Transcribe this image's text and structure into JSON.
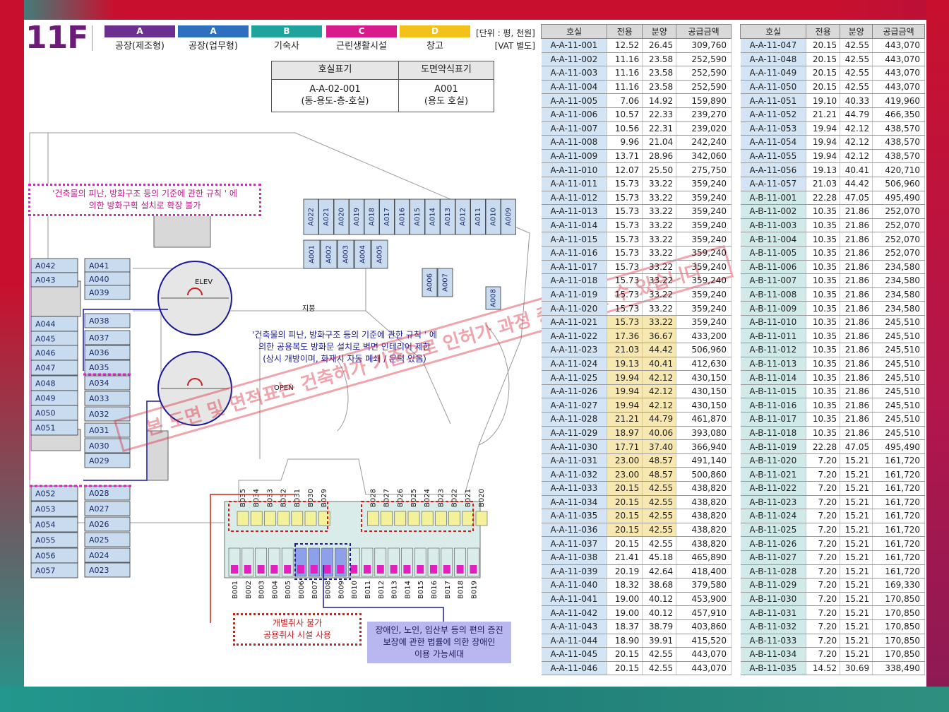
{
  "floor_label": "11F",
  "legend": [
    {
      "code": "A",
      "label": "공장(제조형)",
      "color": "#6a2f8f"
    },
    {
      "code": "A",
      "label": "공장(업무형)",
      "color": "#2f6fbf"
    },
    {
      "code": "B",
      "label": "기숙사",
      "color": "#1fa39a"
    },
    {
      "code": "C",
      "label": "근린생활시설",
      "color": "#d81b8c"
    },
    {
      "code": "D",
      "label": "창고",
      "color": "#f3c21a"
    }
  ],
  "unit_note": {
    "line1": "[단위 : 평, 천원]",
    "line2": "[VAT 별도]"
  },
  "code_table": {
    "headers": [
      "호실표기",
      "도면약식표기"
    ],
    "left_line1": "A-A-02-001",
    "left_line2": "(동-용도-층-호실)",
    "right_line1": "A001",
    "right_line2": "(용도 호실)"
  },
  "notes": {
    "pink": "'건축물의 피난, 방화구조 등의 기준에 관한 규칙 ' 에\n의한 방화구획 설치로 확장 불가",
    "blue": "'건축물의 피난, 방화구조 등의 기준에 관한 규칙 ' 에\n의한 공용복도 방화문 설치로 벽면 인테리어 제한\n(상시 개방이며, 화재시 자동 폐쇄 / 문턱 있음)",
    "red": "개별취사 불가\n공용취사 시설 사용",
    "lavender": "장애인, 노인, 임산부 등의 편의 증진\n보장에 관한 법률에 의한 장애인\n이용 가능세대"
  },
  "watermark": "본 도면 및 면적표는 건축허가 기준으로 인허가 과정 중 변경될 수 있습니다",
  "plan": {
    "left_col1": [
      "A042",
      "A043",
      "A044",
      "A045",
      "A046",
      "A047",
      "A048",
      "A049",
      "A050",
      "A051",
      "A052",
      "A053",
      "A054",
      "A055",
      "A056",
      "A057"
    ],
    "left_col2": [
      "A041",
      "A040",
      "A039",
      "A038",
      "A037",
      "A036",
      "A035",
      "A034",
      "A033",
      "A032",
      "A031",
      "A030",
      "A029",
      "A028",
      "A027",
      "A026",
      "A025",
      "A024",
      "A023"
    ],
    "top_row": [
      "A022",
      "A021",
      "A020",
      "A019",
      "A018",
      "A017",
      "A016",
      "A015",
      "A014",
      "A013",
      "A012",
      "A011",
      "A010",
      "A009"
    ],
    "top_row2": [
      "A001",
      "A002",
      "A003",
      "A004",
      "A005"
    ],
    "top_row3": [
      "A006",
      "A007"
    ],
    "top_row4": [
      "A008"
    ],
    "b_top": [
      "B035",
      "B034",
      "B033",
      "B032",
      "B031",
      "B030",
      "B029",
      "B028",
      "B027",
      "B026",
      "B025",
      "B024",
      "B023",
      "B022",
      "B021",
      "B020"
    ],
    "b_bottom": [
      "B001",
      "B002",
      "B003",
      "B004",
      "B005",
      "B006",
      "B007",
      "B008",
      "B009",
      "B010",
      "B011",
      "B012",
      "B013",
      "B014",
      "B015",
      "B016",
      "B017",
      "B018",
      "B019"
    ],
    "small_texts": {
      "elev": "ELEV",
      "open": "OPEN",
      "roof": "지붕"
    }
  },
  "area_headers": [
    "호실",
    "전용",
    "분양",
    "공급금액"
  ],
  "area_left": [
    [
      "A-A-11-001",
      "12.52",
      "26.45",
      "309,760"
    ],
    [
      "A-A-11-002",
      "11.16",
      "23.58",
      "252,590"
    ],
    [
      "A-A-11-003",
      "11.16",
      "23.58",
      "252,590"
    ],
    [
      "A-A-11-004",
      "11.16",
      "23.58",
      "252,590"
    ],
    [
      "A-A-11-005",
      "7.06",
      "14.92",
      "159,890"
    ],
    [
      "A-A-11-006",
      "10.57",
      "22.33",
      "239,270"
    ],
    [
      "A-A-11-007",
      "10.56",
      "22.31",
      "239,020"
    ],
    [
      "A-A-11-008",
      "9.96",
      "21.04",
      "242,240"
    ],
    [
      "A-A-11-009",
      "13.71",
      "28.96",
      "342,060"
    ],
    [
      "A-A-11-010",
      "12.07",
      "25.50",
      "275,750"
    ],
    [
      "A-A-11-011",
      "15.73",
      "33.22",
      "359,240"
    ],
    [
      "A-A-11-012",
      "15.73",
      "33.22",
      "359,240"
    ],
    [
      "A-A-11-013",
      "15.73",
      "33.22",
      "359,240"
    ],
    [
      "A-A-11-014",
      "15.73",
      "33.22",
      "359,240"
    ],
    [
      "A-A-11-015",
      "15.73",
      "33.22",
      "359,240"
    ],
    [
      "A-A-11-016",
      "15.73",
      "33.22",
      "359,240"
    ],
    [
      "A-A-11-017",
      "15.73",
      "33.22",
      "359,240"
    ],
    [
      "A-A-11-018",
      "15.73",
      "33.22",
      "359,240"
    ],
    [
      "A-A-11-019",
      "15.73",
      "33.22",
      "359,240"
    ],
    [
      "A-A-11-020",
      "15.73",
      "33.22",
      "359,240"
    ],
    [
      "A-A-11-021",
      "15.73",
      "33.22",
      "359,240"
    ],
    [
      "A-A-11-022",
      "17.36",
      "36.67",
      "433,200"
    ],
    [
      "A-A-11-023",
      "21.03",
      "44.42",
      "506,960"
    ],
    [
      "A-A-11-024",
      "19.13",
      "40.41",
      "412,630"
    ],
    [
      "A-A-11-025",
      "19.94",
      "42.12",
      "430,150"
    ],
    [
      "A-A-11-026",
      "19.94",
      "42.12",
      "430,150"
    ],
    [
      "A-A-11-027",
      "19.94",
      "42.12",
      "430,150"
    ],
    [
      "A-A-11-028",
      "21.21",
      "44.79",
      "461,870"
    ],
    [
      "A-A-11-029",
      "18.97",
      "40.06",
      "393,080"
    ],
    [
      "A-A-11-030",
      "17.71",
      "37.40",
      "366,940"
    ],
    [
      "A-A-11-031",
      "23.00",
      "48.57",
      "491,140"
    ],
    [
      "A-A-11-032",
      "23.00",
      "48.57",
      "500,860"
    ],
    [
      "A-A-11-033",
      "20.15",
      "42.55",
      "438,820"
    ],
    [
      "A-A-11-034",
      "20.15",
      "42.55",
      "438,820"
    ],
    [
      "A-A-11-035",
      "20.15",
      "42.55",
      "438,820"
    ],
    [
      "A-A-11-036",
      "20.15",
      "42.55",
      "438,820"
    ],
    [
      "A-A-11-037",
      "20.15",
      "42.55",
      "438,820"
    ],
    [
      "A-A-11-038",
      "21.41",
      "45.18",
      "465,890"
    ],
    [
      "A-A-11-039",
      "20.19",
      "42.64",
      "418,400"
    ],
    [
      "A-A-11-040",
      "18.32",
      "38.68",
      "379,580"
    ],
    [
      "A-A-11-041",
      "19.00",
      "40.12",
      "453,900"
    ],
    [
      "A-A-11-042",
      "19.00",
      "40.12",
      "457,910"
    ],
    [
      "A-A-11-043",
      "18.37",
      "38.79",
      "403,860"
    ],
    [
      "A-A-11-044",
      "18.90",
      "39.91",
      "415,520"
    ],
    [
      "A-A-11-045",
      "20.15",
      "42.55",
      "443,070"
    ],
    [
      "A-A-11-046",
      "20.15",
      "42.55",
      "443,070"
    ]
  ],
  "area_right": [
    [
      "A-A-11-047",
      "20.15",
      "42.55",
      "443,070"
    ],
    [
      "A-A-11-048",
      "20.15",
      "42.55",
      "443,070"
    ],
    [
      "A-A-11-049",
      "20.15",
      "42.55",
      "443,070"
    ],
    [
      "A-A-11-050",
      "20.15",
      "42.55",
      "443,070"
    ],
    [
      "A-A-11-051",
      "19.10",
      "40.33",
      "419,960"
    ],
    [
      "A-A-11-052",
      "21.21",
      "44.79",
      "466,350"
    ],
    [
      "A-A-11-053",
      "19.94",
      "42.12",
      "438,570"
    ],
    [
      "A-A-11-054",
      "19.94",
      "42.12",
      "438,570"
    ],
    [
      "A-A-11-055",
      "19.94",
      "42.12",
      "438,570"
    ],
    [
      "A-A-11-056",
      "19.13",
      "40.41",
      "420,710"
    ],
    [
      "A-A-11-057",
      "21.03",
      "44.42",
      "506,960"
    ],
    [
      "A-B-11-001",
      "22.28",
      "47.05",
      "495,490"
    ],
    [
      "A-B-11-002",
      "10.35",
      "21.86",
      "252,070"
    ],
    [
      "A-B-11-003",
      "10.35",
      "21.86",
      "252,070"
    ],
    [
      "A-B-11-004",
      "10.35",
      "21.86",
      "252,070"
    ],
    [
      "A-B-11-005",
      "10.35",
      "21.86",
      "252,070"
    ],
    [
      "A-B-11-006",
      "10.35",
      "21.86",
      "234,580"
    ],
    [
      "A-B-11-007",
      "10.35",
      "21.86",
      "234,580"
    ],
    [
      "A-B-11-008",
      "10.35",
      "21.86",
      "234,580"
    ],
    [
      "A-B-11-009",
      "10.35",
      "21.86",
      "234,580"
    ],
    [
      "A-B-11-010",
      "10.35",
      "21.86",
      "245,510"
    ],
    [
      "A-B-11-011",
      "10.35",
      "21.86",
      "245,510"
    ],
    [
      "A-B-11-012",
      "10.35",
      "21.86",
      "245,510"
    ],
    [
      "A-B-11-013",
      "10.35",
      "21.86",
      "245,510"
    ],
    [
      "A-B-11-014",
      "10.35",
      "21.86",
      "245,510"
    ],
    [
      "A-B-11-015",
      "10.35",
      "21.86",
      "245,510"
    ],
    [
      "A-B-11-016",
      "10.35",
      "21.86",
      "245,510"
    ],
    [
      "A-B-11-017",
      "10.35",
      "21.86",
      "245,510"
    ],
    [
      "A-B-11-018",
      "10.35",
      "21.86",
      "245,510"
    ],
    [
      "A-B-11-019",
      "22.28",
      "47.05",
      "495,490"
    ],
    [
      "A-B-11-020",
      "7.20",
      "15.21",
      "161,720"
    ],
    [
      "A-B-11-021",
      "7.20",
      "15.21",
      "161,720"
    ],
    [
      "A-B-11-022",
      "7.20",
      "15.21",
      "161,720"
    ],
    [
      "A-B-11-023",
      "7.20",
      "15.21",
      "161,720"
    ],
    [
      "A-B-11-024",
      "7.20",
      "15.21",
      "161,720"
    ],
    [
      "A-B-11-025",
      "7.20",
      "15.21",
      "161,720"
    ],
    [
      "A-B-11-026",
      "7.20",
      "15.21",
      "161,720"
    ],
    [
      "A-B-11-027",
      "7.20",
      "15.21",
      "161,720"
    ],
    [
      "A-B-11-028",
      "7.20",
      "15.21",
      "161,720"
    ],
    [
      "A-B-11-029",
      "7.20",
      "15.21",
      "169,330"
    ],
    [
      "A-B-11-030",
      "7.20",
      "15.21",
      "170,850"
    ],
    [
      "A-B-11-031",
      "7.20",
      "15.21",
      "170,850"
    ],
    [
      "A-B-11-032",
      "7.20",
      "15.21",
      "170,850"
    ],
    [
      "A-B-11-033",
      "7.20",
      "15.21",
      "170,850"
    ],
    [
      "A-B-11-034",
      "7.20",
      "15.21",
      "170,850"
    ],
    [
      "A-B-11-035",
      "14.52",
      "30.69",
      "338,490"
    ]
  ]
}
